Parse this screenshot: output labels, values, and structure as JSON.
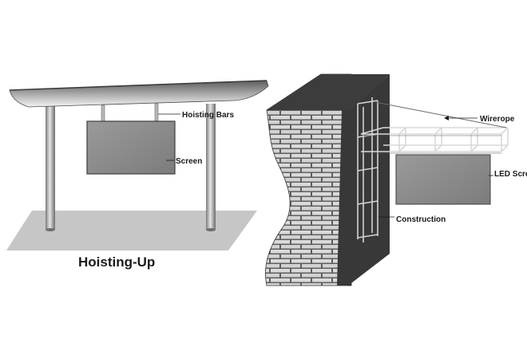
{
  "labels": {
    "hoisting_bars": "Hoisting Bars",
    "screen": "Screen",
    "title_left": "Hoisting-Up",
    "wirerope": "Wirerope",
    "led_screen": "LED Scre",
    "construction": "Construction"
  },
  "colors": {
    "roof_top": "#6a6a6a",
    "roof_bottom": "#f2f2f2",
    "pillar": "#9a9a9a",
    "screen_fill": "#8a8a8a",
    "ground": "#c4c4c4",
    "wall_face": "#3a3a3a",
    "brick": "#d8d8d8",
    "mortar": "#5a5a5a",
    "truss": "#cfcfcf",
    "label": "#1a1a1a"
  }
}
